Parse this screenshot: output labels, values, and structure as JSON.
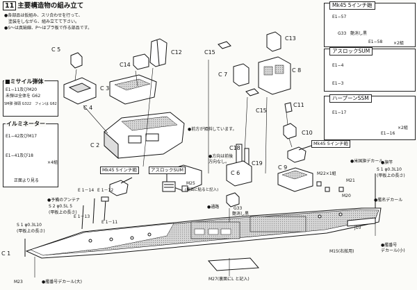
{
  "header": {
    "section_no": "11",
    "title": "主要構造物の組み立て",
    "notes": [
      "●各部品は仮組み、スリ合わせを行って、",
      "　塗装をしながら、組み立てて下さい。",
      "●S～は真鍮線、P～はプラ板で作る部品です。"
    ]
  },
  "parts": {
    "C5": "C 5",
    "C12": "C12",
    "C14": "C14",
    "C3": "C 3",
    "C4": "C 4",
    "C2": "C 2",
    "C15a": "C15",
    "C13": "C13",
    "C7": "C 7",
    "C8": "C 8",
    "C15b": "C15",
    "C11": "C11",
    "C10": "C10",
    "C18": "C18",
    "C6": "C 6",
    "C19": "C19",
    "C9": "C 9",
    "C1": "C 1",
    "E1_13": "E 1－13",
    "E1_12": "E 1－12",
    "E1_14": "E 1－14",
    "E1_11": "E 1－11",
    "M25": "M25",
    "M25_note": "(裏面に貼ると記入)",
    "M22": "M22×1組",
    "M21": "M21",
    "M20": "M20",
    "M23": "M23",
    "M15": "M15(右舷用)",
    "M27": "M27(裏面にL と記入)",
    "J10": "J10",
    "G33": "G33",
    "G33_note": "艶消し黒"
  },
  "callouts": {
    "front_up": "●前方が傾斜しています。",
    "direction": "●方向は前後\n方向なし。",
    "vent": "●通路",
    "antenna_title": "●予備のアンテナ",
    "antenna_spec": "S 2 φ0.5L 5",
    "antenna_note": "(甲板上の長さ)",
    "s1_left": "S 1 φ0.3L10",
    "s1_left_note": "(甲板上の長さ)",
    "s1_right_title": "●旗竿",
    "s1_right": "S 1 φ0.3L10",
    "s1_right_note": "(甲板上の長さ)",
    "name_decal": "●艦名デカール",
    "hull_no_decal_small": "●艦番号\nデカール(小)",
    "hull_no_decal_large": "●艦番号デカール(大)",
    "us_flag_decal": "●米国旗デカール",
    "mk45_label": "Mk45 5インチ砲",
    "asroc_label": "アスロックSUM",
    "mk45_label2": "Mk45 5インチ砲"
  },
  "missile_box": {
    "title": "■ミサイル弾体",
    "line1": "E1−11及びM20",
    "line2": "未弾は全体を G62",
    "line3": "SM弾 弾頭 G322　フィンは G62"
  },
  "illuminator_box": {
    "title": "イルミネーター",
    "line1": "E1−42及びM17",
    "line2": "E1−41及び18",
    "qty": "×4組",
    "view": "正面より見る"
  },
  "mk45_box": {
    "title": "Mk45 5インチ砲",
    "part1": "E1−57",
    "part2": "G33",
    "part2_note": "艶消し黒",
    "part3": "E1−58",
    "qty": "×2組"
  },
  "asroc_box": {
    "title": "アスロックSUM",
    "part1": "E1−4",
    "part2": "E1−3"
  },
  "harpoon_box": {
    "title": "ハープーンSSM",
    "part1": "E1−17",
    "part2": "E1−16",
    "qty": "×2組"
  },
  "colors": {
    "ink": "#111111",
    "paper": "#fbfbf8",
    "deck_shade": "#c9c9c9"
  }
}
